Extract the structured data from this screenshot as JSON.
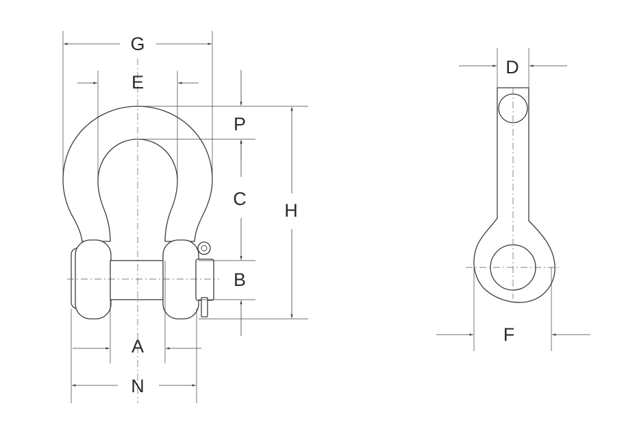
{
  "diagram": {
    "stroke_color": "#3a3a3a",
    "background": "#ffffff",
    "views": [
      {
        "name": "front-view"
      },
      {
        "name": "side-view"
      }
    ],
    "labels": {
      "G": "G",
      "E": "E",
      "P": "P",
      "C": "C",
      "H": "H",
      "B": "B",
      "A": "A",
      "N": "N",
      "D": "D",
      "F": "F"
    }
  }
}
